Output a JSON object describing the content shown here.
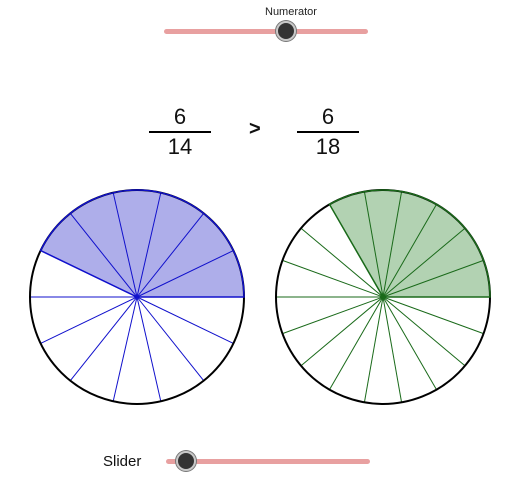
{
  "top_slider": {
    "label": "Numerator",
    "value": 6,
    "min": 0,
    "max": 10
  },
  "left_fraction": {
    "numerator": "6",
    "denominator": "14"
  },
  "comparison": ">",
  "right_fraction": {
    "numerator": "6",
    "denominator": "18"
  },
  "left_circle": {
    "slices": 14,
    "shaded": 6,
    "fill_color": "#aeaeea",
    "line_color": "#1010cc"
  },
  "right_circle": {
    "slices": 18,
    "shaded": 6,
    "fill_color": "#b2d2b2",
    "line_color": "#1a6a1a"
  },
  "bottom_slider": {
    "label": "Slider",
    "value": 0.1,
    "min": 0,
    "max": 1
  }
}
